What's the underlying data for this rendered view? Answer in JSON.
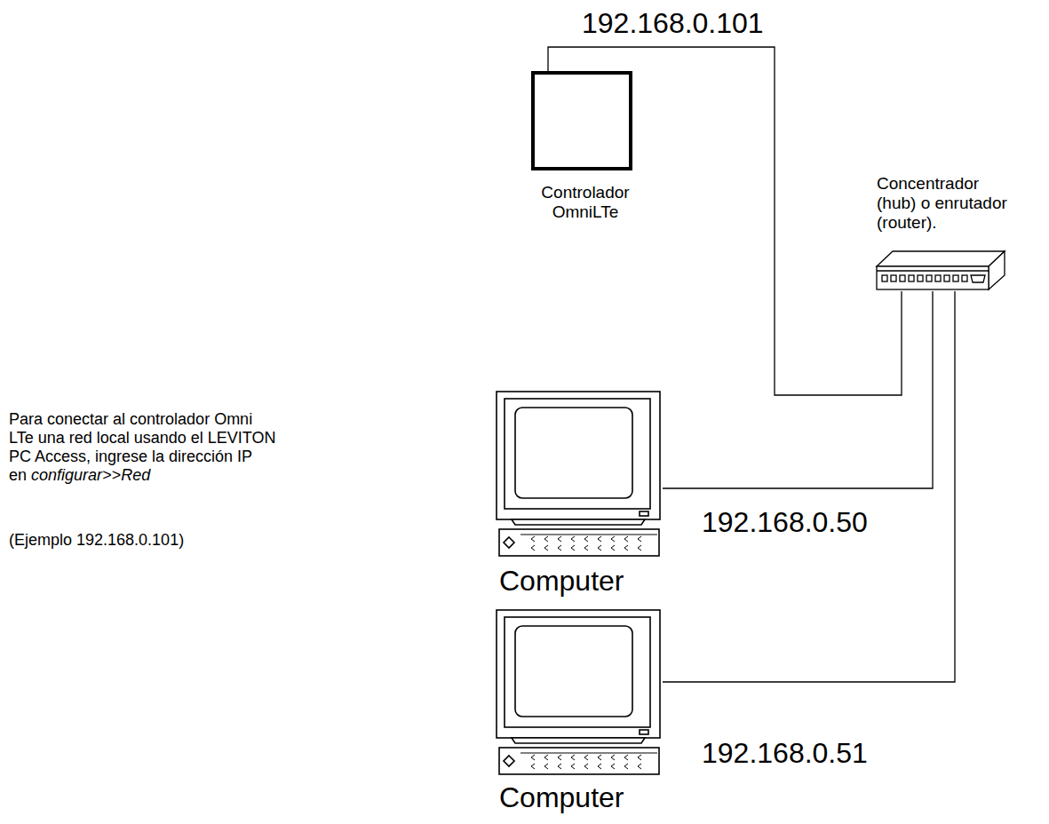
{
  "diagram": {
    "nodes": [
      {
        "text": [
          "Controlador OmniLTe"
        ]
      },
      {
        "text": [
          "Concentrador (hub) o enrutador (router)."
        ]
      },
      {
        "text": [
          "Computer"
        ]
      },
      {
        "text": [
          "Computer"
        ]
      }
    ],
    "edges": [
      {
        "from": 0,
        "to": 1,
        "label": "192.168.0.101",
        "arrow": "none"
      },
      {
        "from": 2,
        "to": 1,
        "label": "192.168.0.50",
        "arrow": "none"
      },
      {
        "from": 3,
        "to": 1,
        "label": "192.168.0.51",
        "arrow": "none"
      }
    ],
    "labels": [
      "Para conectar al controlador Omni LTe una red local usando el LEVITON PC Access, ingrese la dirección IP en",
      "configurar>>Red",
      "(Ejemplo 192.168.0.101)"
    ]
  }
}
